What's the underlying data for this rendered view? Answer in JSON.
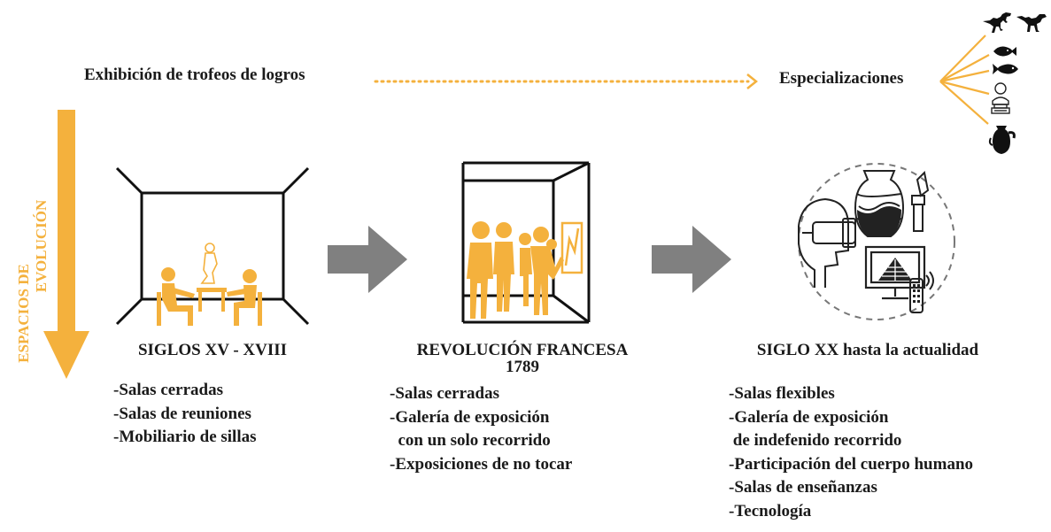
{
  "colors": {
    "accent": "#F4B13D",
    "dark": "#1a1a1a",
    "arrow_gray": "#808080",
    "dashed": "#7a7a7a"
  },
  "top": {
    "left_label": "Exhibición de trofeos de logros",
    "right_label": "Especializaciones",
    "icons": [
      "dinosaur-icon",
      "dinosaur-icon",
      "fish-icon",
      "fish-icon",
      "bust-statue-icon",
      "vase-icon"
    ]
  },
  "timeline": {
    "label_line1": "ESPACIOS DE",
    "label_line2": "EVOLUCIÓN"
  },
  "eras": [
    {
      "title": "SIGLOS XV - XVIII",
      "features": [
        "-Salas cerradas",
        "-Salas de reuniones",
        "-Mobiliario de sillas"
      ]
    },
    {
      "title_line1": "REVOLUCIÓN FRANCESA",
      "title_line2": "1789",
      "features": [
        "-Salas cerradas",
        "-Galería de exposición",
        "  con un solo recorrido",
        "-Exposiciones de no tocar"
      ]
    },
    {
      "title": "SIGLO XX hasta la actualidad",
      "features": [
        "-Salas flexibles",
        "-Galería de exposición",
        " de indefenido recorrido",
        "-Participación del cuerpo humano",
        "-Salas de enseñanzas",
        "-Tecnología"
      ]
    }
  ]
}
